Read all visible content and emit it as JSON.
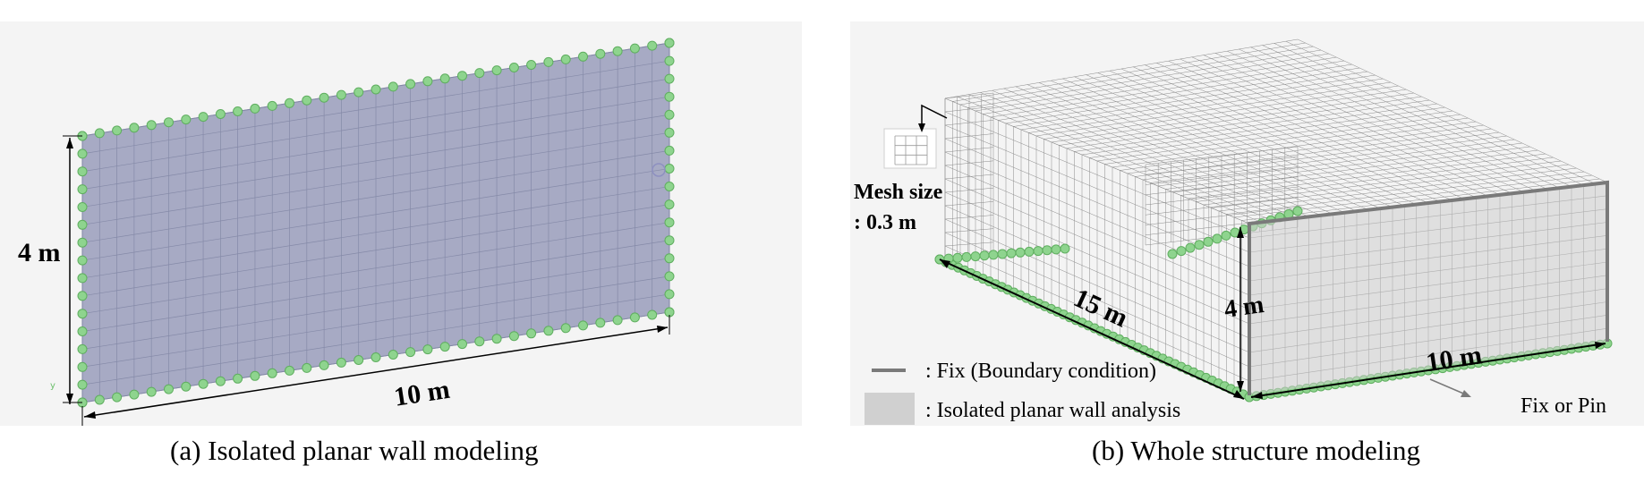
{
  "panel_a": {
    "height_label": "4 m",
    "length_label": "10 m",
    "caption": "(a) Isolated planar wall modeling",
    "colors": {
      "wall_fill": "#a7aac4",
      "support": "#8ed48e",
      "mesh_line": "#858aa8"
    }
  },
  "panel_b": {
    "mesh_size_title": "Mesh size",
    "mesh_size_value": ": 0.3 m",
    "length_15": "15 m",
    "height_4": "4 m",
    "length_10": "10 m",
    "legend": {
      "fix_label": ": Fix (Boundary condition)",
      "isolated_label": ": Isolated planar wall analysis"
    },
    "support_label": "Fix or Pin",
    "caption": "(b) Whole structure modeling",
    "colors": {
      "fix_line": "#7a7a7a",
      "isolated_fill": "#d0d0d0",
      "support": "#8ed48e",
      "mesh_line": "#8a8a8a"
    }
  }
}
